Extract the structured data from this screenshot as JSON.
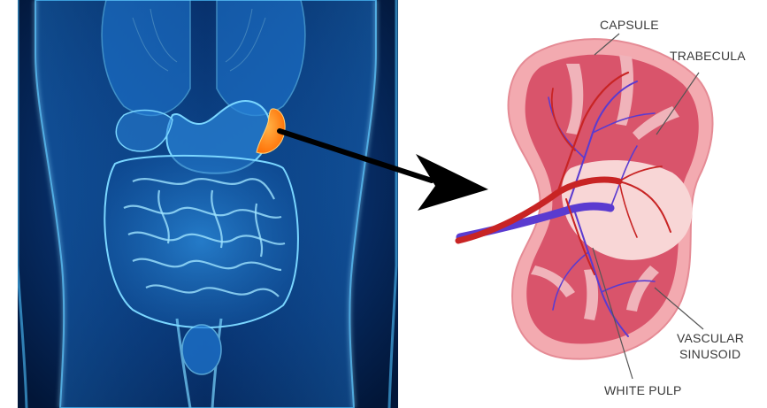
{
  "labels": {
    "capsule": "CAPSULE",
    "trabecula": "TRABECULA",
    "vascular_line1": "VASCULAR",
    "vascular_line2": "SINUSOID",
    "white_pulp": "WHITE PULP"
  },
  "colors": {
    "body_background": "#04204a",
    "body_glow": "#3fb2ff",
    "spleen_highlight": "#ff7a12",
    "arrow": "#000000",
    "capsule": "#f3aab0",
    "red_pulp": "#d9546b",
    "white_pulp": "#f8d6d6",
    "artery": "#d42b2b",
    "vein": "#5a3bd0",
    "leader_line": "#555555"
  },
  "icons": {
    "body_illustration": "human-torso-anatomy-icon",
    "organ": "spleen-icon"
  }
}
